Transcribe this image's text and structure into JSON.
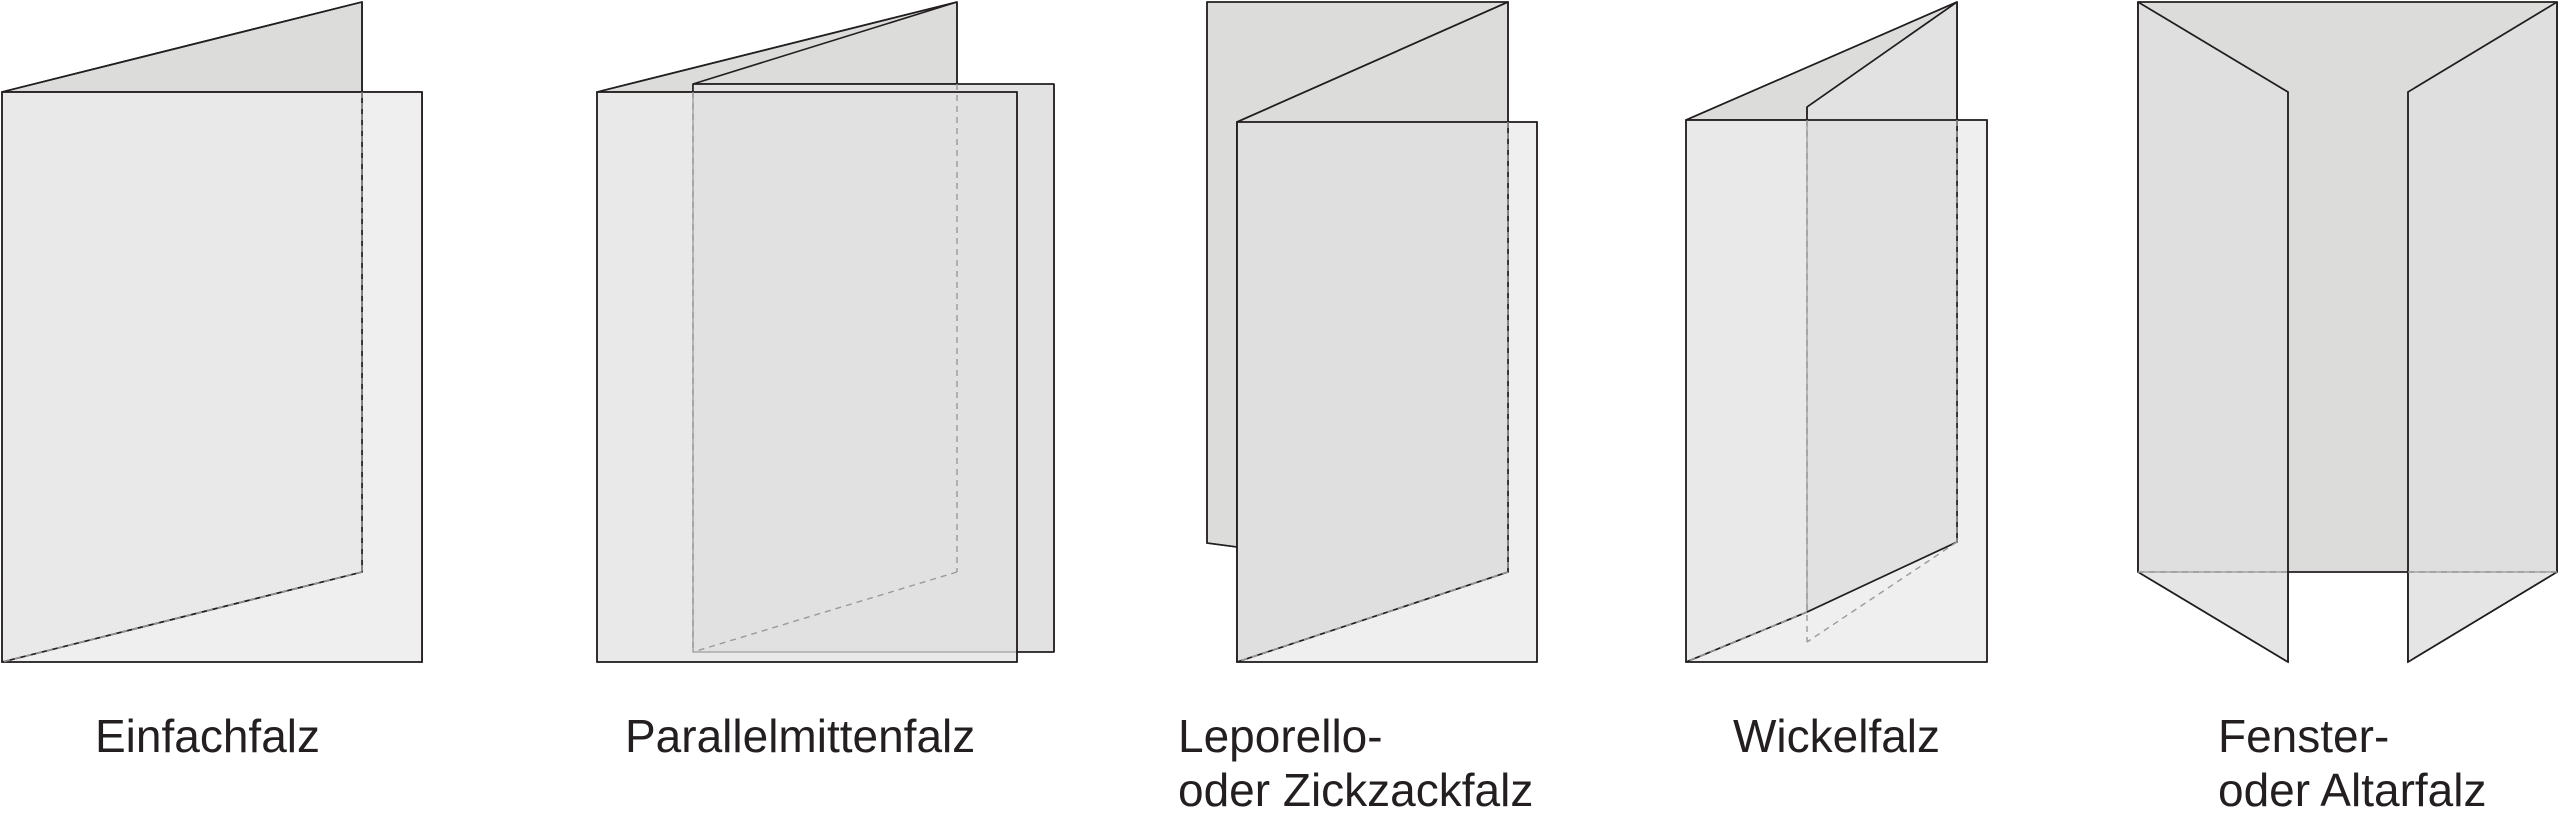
{
  "folds": [
    {
      "id": "einfachfalz",
      "lines": [
        "Einfachfalz"
      ]
    },
    {
      "id": "parallelmittenfalz",
      "lines": [
        "Parallelmittenfalz"
      ]
    },
    {
      "id": "leporello",
      "lines": [
        "Leporello-",
        "oder Zickzackfalz"
      ]
    },
    {
      "id": "wickelfalz",
      "lines": [
        "Wickelfalz"
      ]
    },
    {
      "id": "fensterfalz",
      "lines": [
        "Fenster-",
        "oder Altarfalz"
      ]
    }
  ],
  "colors": {
    "outline": "#231f20",
    "paper_back": "#dcdcdb",
    "paper_front": "#dfe0df",
    "paper_light": "#efefef",
    "label_text": "#231f20"
  }
}
